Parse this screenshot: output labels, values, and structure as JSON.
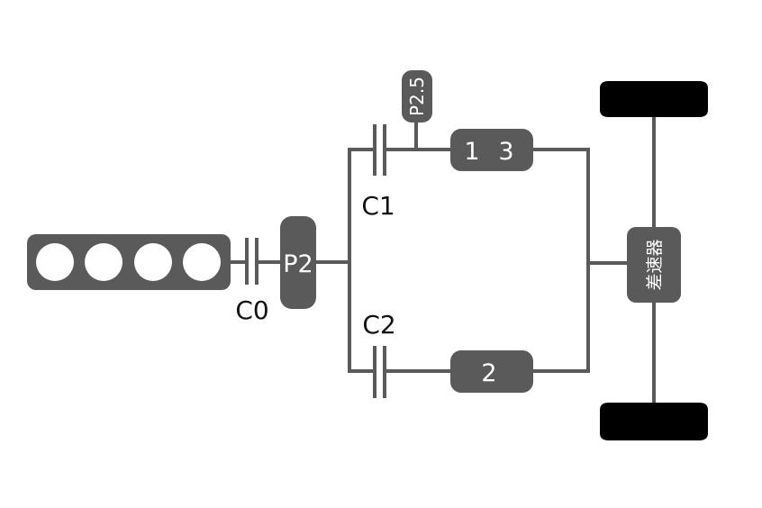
{
  "labels": {
    "c0": "C0",
    "c1": "C1",
    "c2": "C2",
    "p2": "P2",
    "p25": "P2.5",
    "gear_13_a": "1",
    "gear_13_b": "3",
    "gear_2": "2",
    "differential": "差速器"
  },
  "colors": {
    "component": "#5a5a5a",
    "wheel": "#000000",
    "label": "#111111"
  }
}
